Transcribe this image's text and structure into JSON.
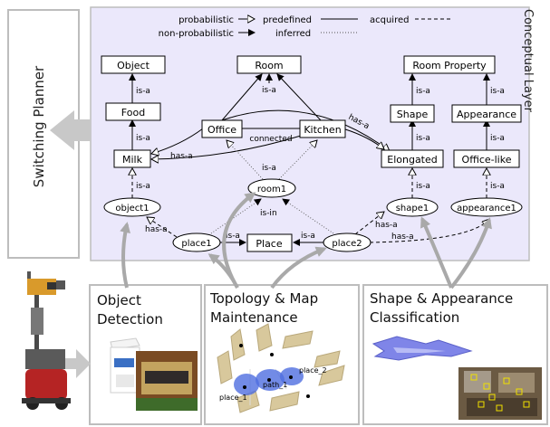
{
  "switching_planner": {
    "label": "Switching Planner"
  },
  "conceptual_layer": {
    "label": "Conceptual Layer",
    "legend": {
      "probabilistic": "probabilistic",
      "non_probabilistic": "non-probabilistic",
      "predefined": "predefined",
      "inferred": "inferred",
      "acquired": "acquired"
    },
    "concepts": {
      "object": "Object",
      "food": "Food",
      "milk": "Milk",
      "room": "Room",
      "office": "Office",
      "kitchen": "Kitchen",
      "place": "Place",
      "room_property": "Room Property",
      "shape": "Shape",
      "appearance": "Appearance",
      "elongated": "Elongated",
      "office_like": "Office-like"
    },
    "instances": {
      "object1": "object1",
      "room1": "room1",
      "place1": "place1",
      "place2": "place2",
      "shape1": "shape1",
      "appearance1": "appearance1"
    },
    "relations": {
      "is_a": "is-a",
      "has_a": "has-a",
      "is_in": "is-in",
      "connected": "connected"
    }
  },
  "modules": {
    "object_detection": {
      "line1": "Object",
      "line2": "Detection"
    },
    "topology": {
      "line1": "Topology & Map",
      "line2": "Maintenance"
    },
    "shape_appearance": {
      "line1": "Shape & Appearance",
      "line2": "Classification"
    }
  },
  "map_labels": {
    "place_1": "place_1",
    "path_1": "path_1",
    "place_2": "place_2"
  },
  "colors": {
    "layer_fill": "#ebe8fb",
    "arrow_gray": "#a9a9a9",
    "box_border": "#bdbdbd"
  }
}
